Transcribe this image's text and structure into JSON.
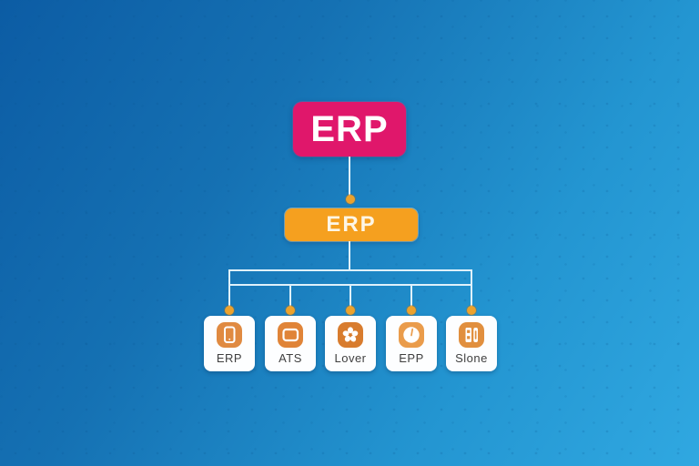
{
  "diagram": {
    "type": "org-chart",
    "root": {
      "label": "ERP",
      "color": "#e0176b",
      "text_color": "#ffffff"
    },
    "mid": {
      "label": "ERP",
      "color": "#f5a01f",
      "text_color": "#fdf6e6"
    },
    "children": [
      {
        "label": "ERP",
        "icon": "smartphone-icon",
        "icon_color": "#e08a41"
      },
      {
        "label": "ATS",
        "icon": "card-icon",
        "icon_color": "#e08438"
      },
      {
        "label": "Lover",
        "icon": "pinwheel-icon",
        "icon_color": "#d87c2e"
      },
      {
        "label": "EPP",
        "icon": "clock-icon",
        "icon_color": "#ea9c4b"
      },
      {
        "label": "Slone",
        "icon": "ledger-icon",
        "icon_color": "#e18f3e"
      }
    ],
    "connector_color": "#dff1fb",
    "dot_color": "#eca22d",
    "background": {
      "gradient_start": "#0c5ca4",
      "gradient_end": "#30a8e1"
    },
    "child_card": {
      "background": "#fdfeff",
      "text_color": "#3f3f3f"
    }
  }
}
